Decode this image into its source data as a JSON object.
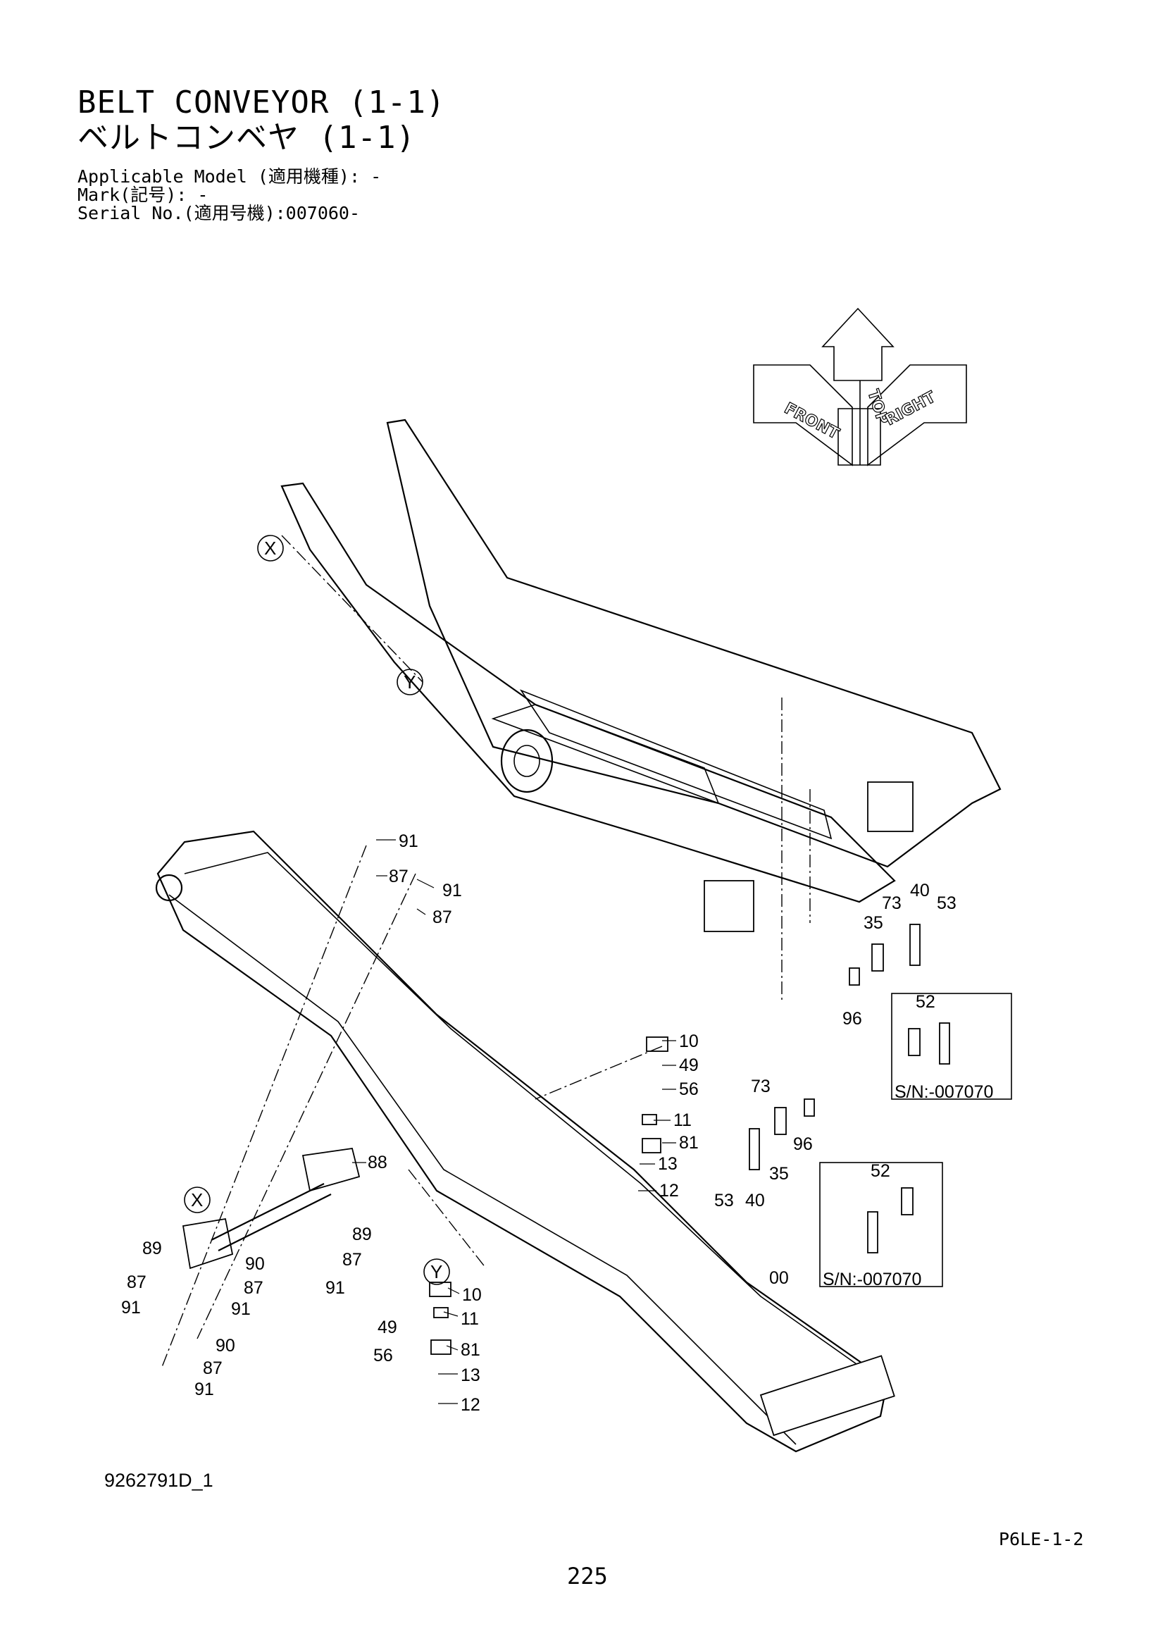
{
  "title_en": "BELT CONVEYOR (1-1)",
  "title_ja": "ベルトコンベヤ (1-1)",
  "applicable_model": "Applicable Model (適用機種): -",
  "mark": "Mark(記号): -",
  "serial_no": "Serial No.(適用号機):007060-",
  "drawing_code": "9262791D_1",
  "page_code": "P6LE-1-2",
  "page_number": "225",
  "orientation": {
    "front": "FRONT",
    "top": "TOP",
    "right": "RIGHT"
  },
  "callouts": {
    "x": "X",
    "y": "Y"
  },
  "serial_notes": {
    "upper": "S/N:-007070",
    "lower": "S/N:-007070"
  },
  "part_labels": {
    "p91a": "91",
    "p87a": "87",
    "p91b": "91",
    "p87b": "87",
    "p73a": "73",
    "p40a": "40",
    "p53a": "53",
    "p35a": "35",
    "p96a": "96",
    "p52a": "52",
    "p10a": "10",
    "p49a": "49",
    "p56a": "56",
    "p11a": "11",
    "p81a": "81",
    "p13a": "13",
    "p12a": "12",
    "p73b": "73",
    "p96b": "96",
    "p35b": "35",
    "p53b": "53",
    "p40b": "40",
    "p52b": "52",
    "p88": "88",
    "p89a": "89",
    "p89b": "89",
    "p87c": "87",
    "p87d": "87",
    "p87e": "87",
    "p90a": "90",
    "p90b": "90",
    "p91c": "91",
    "p91d": "91",
    "p91e": "91",
    "p91f": "91",
    "p00": "00",
    "p10b": "10",
    "p49b": "49",
    "p11b": "11",
    "p56b": "56",
    "p81b": "81",
    "p13b": "13",
    "p12b": "12"
  }
}
